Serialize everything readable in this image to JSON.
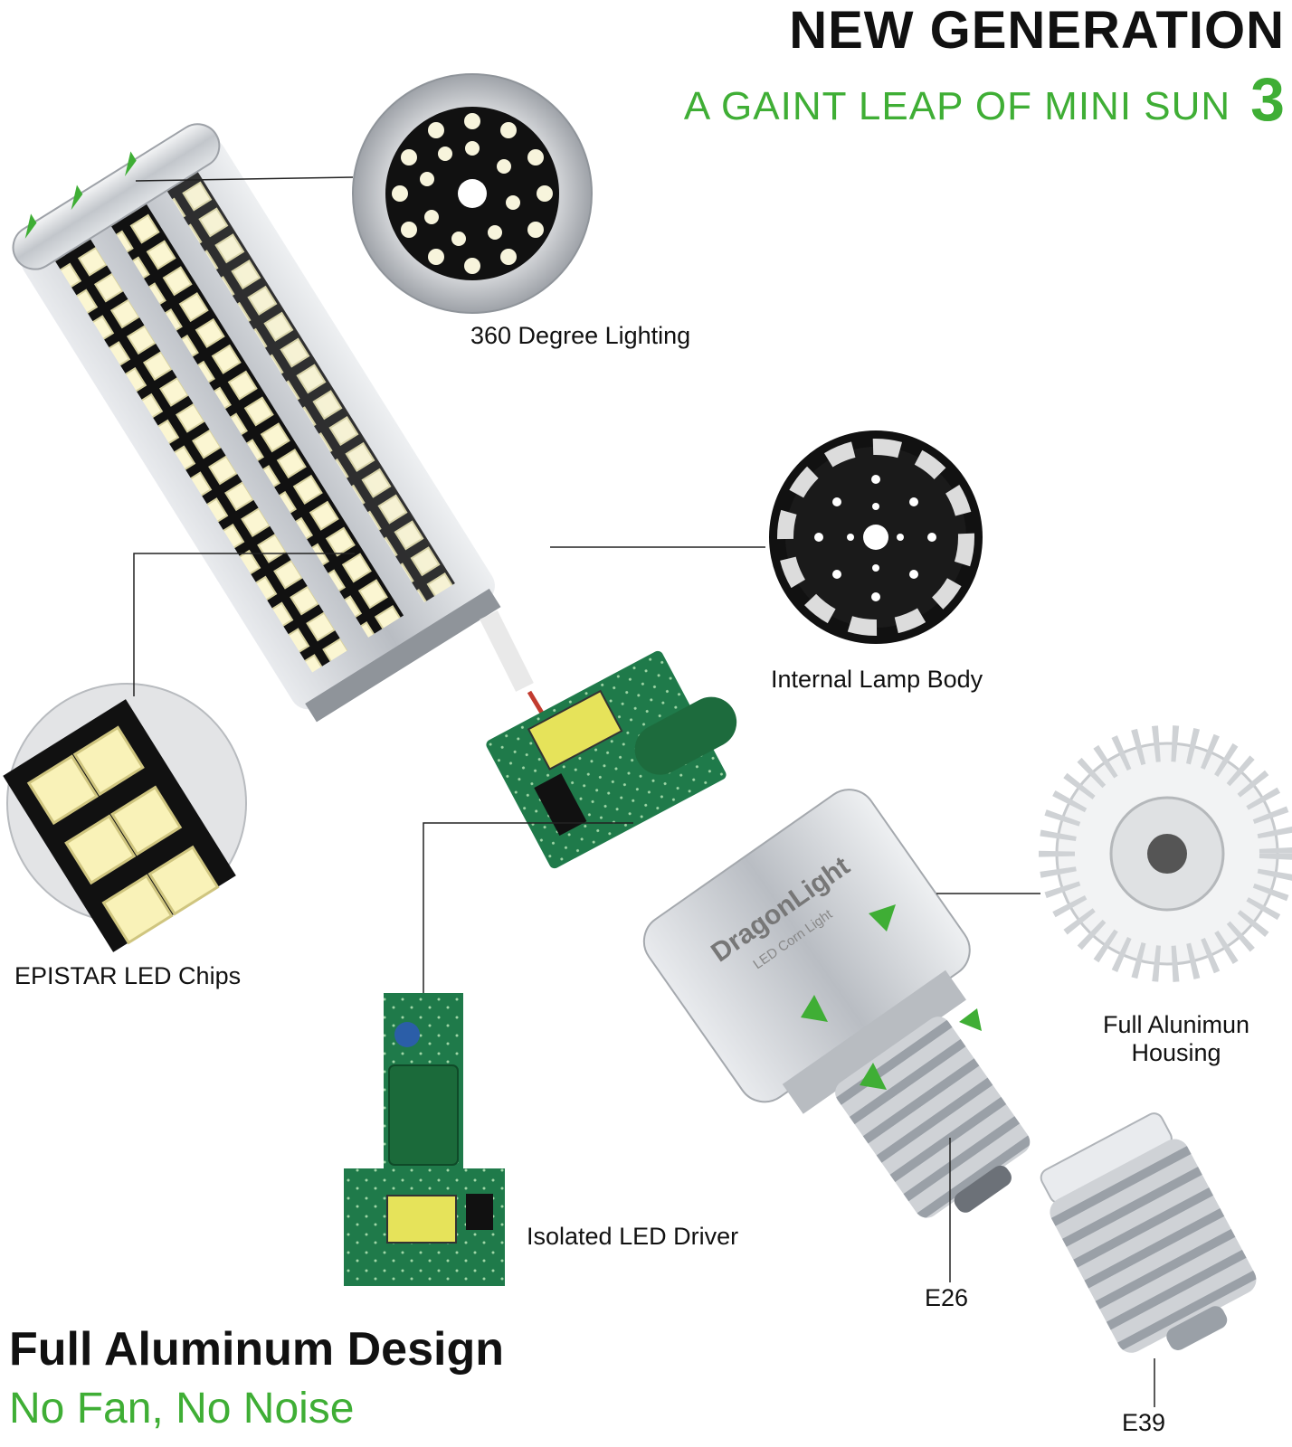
{
  "header": {
    "title": "NEW GENERATION",
    "subtitle": "A GAINT LEAP OF MINI SUN",
    "subtitle_number": "3"
  },
  "labels": {
    "lighting": "360 Degree Lighting",
    "internal_body": "Internal Lamp Body",
    "led_chips": "EPISTAR LED Chips",
    "housing_line1": "Full Alunimun",
    "housing_line2": "Housing",
    "driver": "Isolated LED Driver",
    "e26": "E26",
    "e39": "E39"
  },
  "product": {
    "brand": "DragonLight",
    "tagline": "LED Corn Light"
  },
  "footer": {
    "headline": "Full Aluminum Design",
    "subline": "No Fan, No Noise"
  },
  "colors": {
    "accent_green": "#3fae35",
    "text_dark": "#111111",
    "pcb_green": "#1f7a4a",
    "aluminum": "#c9ccd1"
  }
}
